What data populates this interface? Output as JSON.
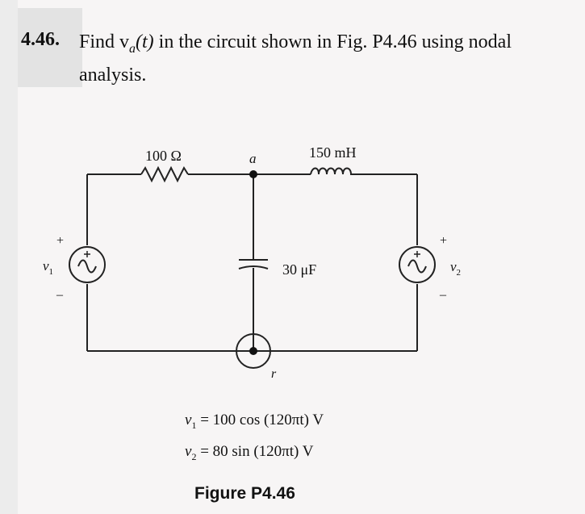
{
  "problem": {
    "number": "4.46.",
    "text_pre": "Find v",
    "text_sub": "a",
    "text_arg": "(t)",
    "text_post": " in the circuit shown in Fig. P4.46 using nodal analysis."
  },
  "circuit": {
    "resistor_label": "100 Ω",
    "node_label": "a",
    "inductor_label": "150 mH",
    "capacitor_label": "30 μF",
    "ground_label": "r",
    "source1": {
      "name": "v",
      "sub": "1",
      "plus": "+",
      "minus": "–"
    },
    "source2": {
      "name": "v",
      "sub": "2",
      "plus": "+",
      "minus": "–"
    }
  },
  "equations": [
    {
      "var": "v",
      "sub": "1",
      "rhs": " = 100 cos (120πt) V"
    },
    {
      "var": "v",
      "sub": "2",
      "rhs": " = 80 sin (120πt) V"
    }
  ],
  "caption": "Figure P4.46"
}
